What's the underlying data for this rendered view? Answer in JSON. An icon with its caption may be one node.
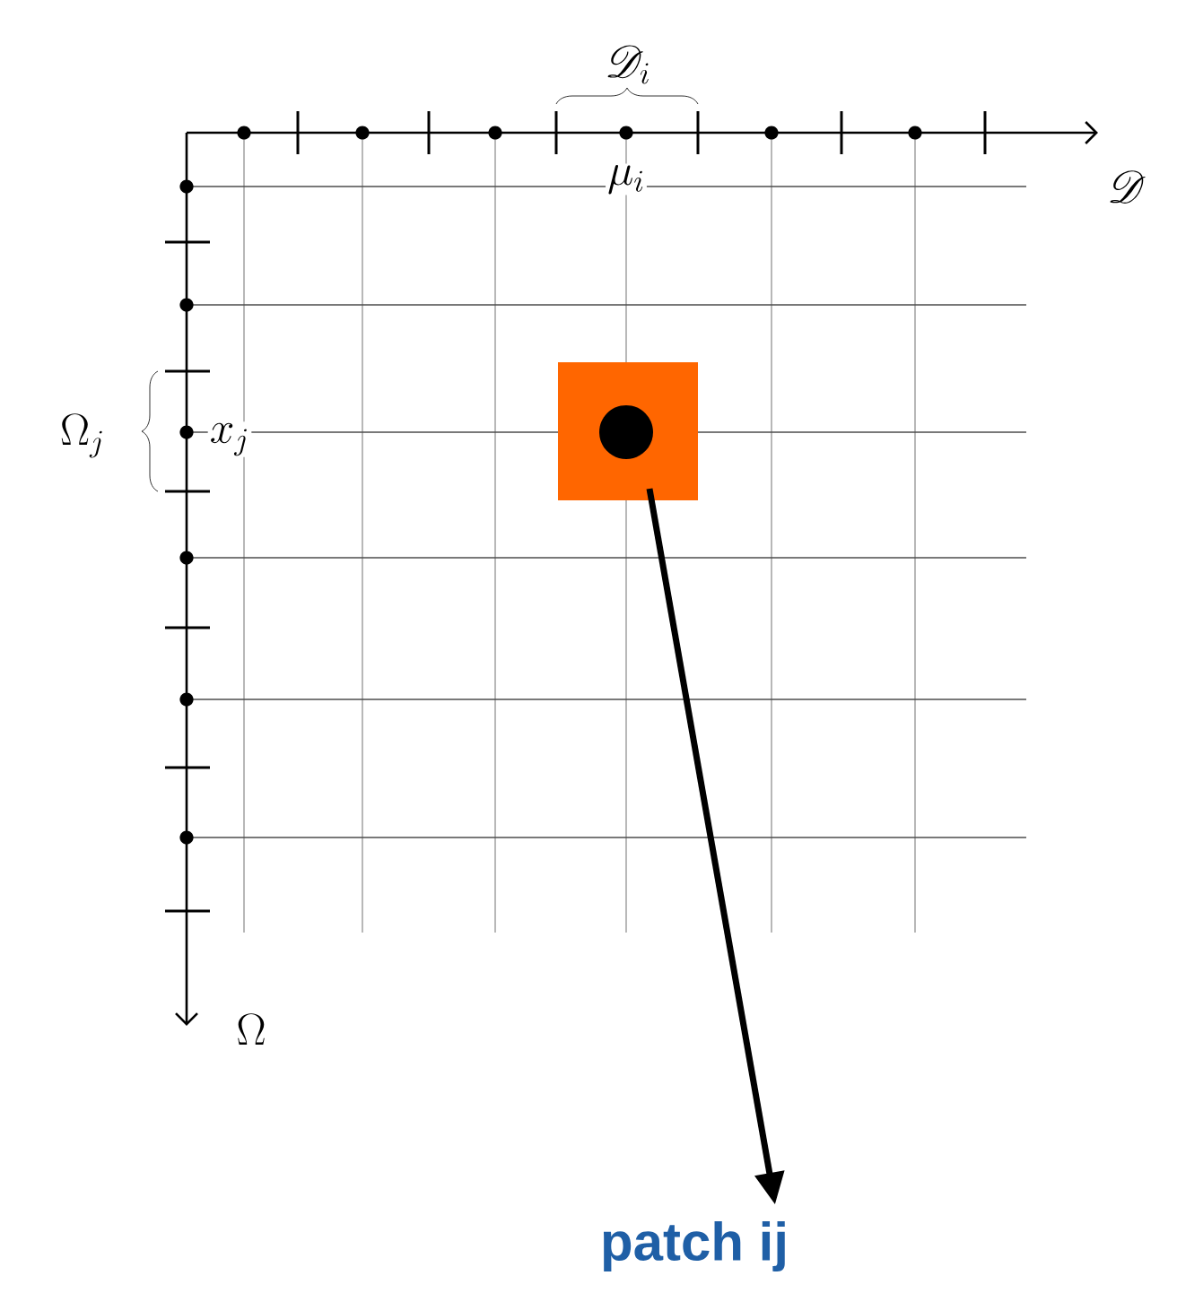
{
  "diagram": {
    "nodes": [
      {
        "text": [],
        "shape": "box"
      },
      {
        "text": [
          "patch ij"
        ]
      }
    ],
    "edges": [
      {
        "from": 0,
        "to": 1,
        "arrow": "to"
      }
    ],
    "labels": [
      "\\mathscr{D}_i",
      "\\mu_i",
      "\\mathscr{D}",
      "\\Omega_j",
      "x_j",
      "\\Omega"
    ]
  }
}
